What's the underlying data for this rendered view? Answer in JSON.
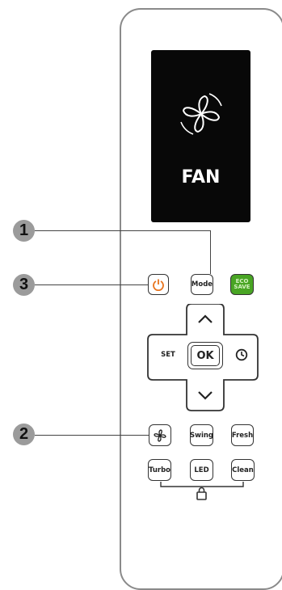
{
  "display": {
    "mode_text": "FAN",
    "mode_icon": "fan-icon"
  },
  "buttons": {
    "power_icon": "power-icon",
    "mode": "Mode",
    "eco_line1": "ECO",
    "eco_line2": "SAVE",
    "set": "SET",
    "ok": "OK",
    "timer_icon": "clock-icon",
    "up_icon": "chevron-up-icon",
    "down_icon": "chevron-down-icon",
    "fan_icon": "fan-icon",
    "swing": "Swing",
    "fresh": "Fresh",
    "turbo": "Turbo",
    "led": "LED",
    "clean": "Clean",
    "lock_icon": "lock-icon"
  },
  "callouts": [
    "1",
    "3",
    "2"
  ],
  "colors": {
    "eco_green": "#49a524",
    "power_orange": "#e8731c",
    "display_bg": "#080808",
    "callout_gray": "#9b9b9b"
  }
}
